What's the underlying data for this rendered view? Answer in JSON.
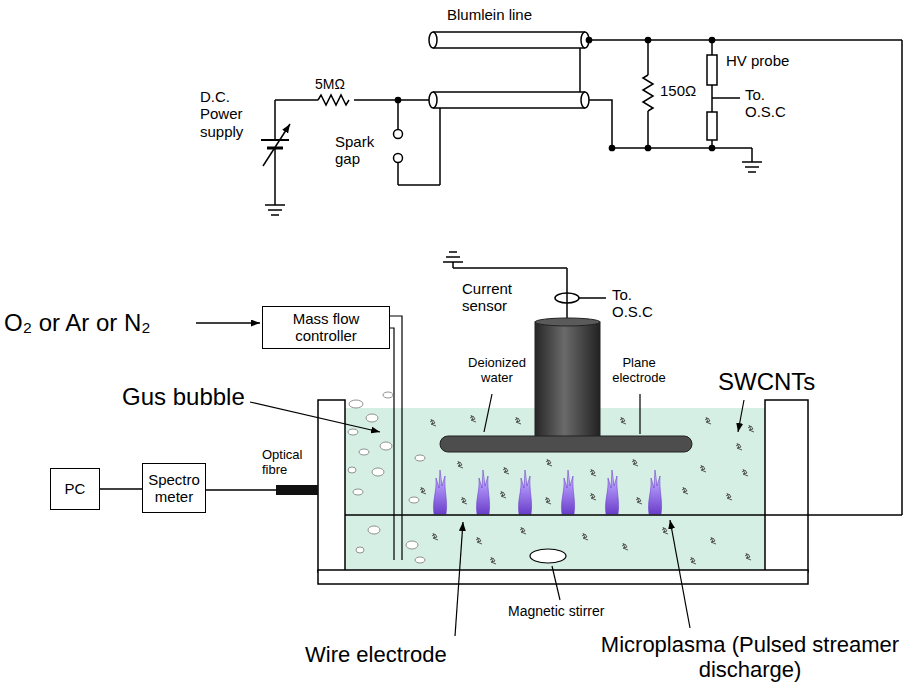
{
  "diagram": {
    "nodes": [
      {
        "text": [
          "Mass flow controller"
        ]
      },
      {
        "text": [
          "PC"
        ]
      },
      {
        "text": [
          "Spectro meter"
        ]
      }
    ],
    "edges": [
      {
        "from": 1,
        "to": 2,
        "arrow": "none"
      }
    ],
    "labels": [
      "Blumlein line",
      "5MΩ",
      "D.C. Power supply",
      "Spark gap",
      "150Ω",
      "HV probe",
      "To. O.S.C",
      "O₂ or Ar or N₂",
      "Current sensor",
      "To. O.S.C",
      "Gus bubble",
      "Deionized water",
      "Plane electrode",
      "SWCNTs",
      "Optical fibre",
      "Wire electrode",
      "Magnetic stirrer",
      "Microplasma (Pulsed streamer discharge)"
    ]
  }
}
